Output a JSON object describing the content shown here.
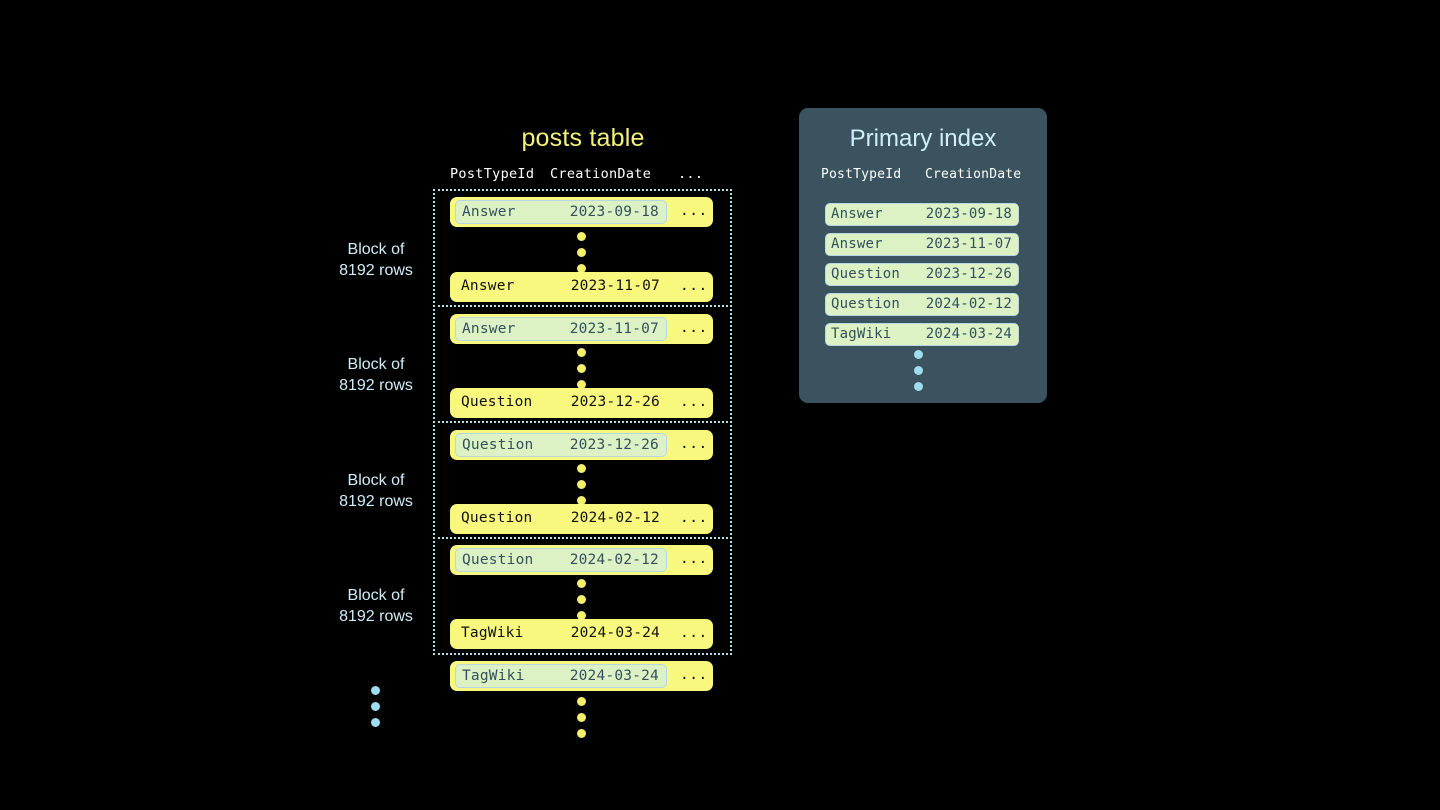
{
  "posts_table": {
    "title": "posts table",
    "columns": [
      "PostTypeId",
      "CreationDate",
      "..."
    ],
    "more_glyph": "...",
    "blocks": [
      {
        "label": "Block of\n8192 rows",
        "first_row": {
          "type": "Answer",
          "date": "2023-09-18",
          "more": "...",
          "highlighted": true
        },
        "last_row": {
          "type": "Answer",
          "date": "2023-11-07",
          "more": "...",
          "highlighted": false
        }
      },
      {
        "label": "Block of\n8192 rows",
        "first_row": {
          "type": "Answer",
          "date": "2023-11-07",
          "more": "...",
          "highlighted": true
        },
        "last_row": {
          "type": "Question",
          "date": "2023-12-26",
          "more": "...",
          "highlighted": false
        }
      },
      {
        "label": "Block of\n8192 rows",
        "first_row": {
          "type": "Question",
          "date": "2023-12-26",
          "more": "...",
          "highlighted": true
        },
        "last_row": {
          "type": "Question",
          "date": "2024-02-12",
          "more": "...",
          "highlighted": false
        }
      },
      {
        "label": "Block of\n8192 rows",
        "first_row": {
          "type": "Question",
          "date": "2024-02-12",
          "more": "...",
          "highlighted": true
        },
        "last_row": {
          "type": "TagWiki",
          "date": "2024-03-24",
          "more": "...",
          "highlighted": false
        }
      }
    ],
    "trailing_row": {
      "type": "TagWiki",
      "date": "2024-03-24",
      "more": "...",
      "highlighted": true
    }
  },
  "primary_index": {
    "title": "Primary index",
    "columns": [
      "PostTypeId",
      "CreationDate"
    ],
    "rows": [
      {
        "type": "Answer",
        "date": "2023-09-18"
      },
      {
        "type": "Answer",
        "date": "2023-11-07"
      },
      {
        "type": "Question",
        "date": "2023-12-26"
      },
      {
        "type": "Question",
        "date": "2024-02-12"
      },
      {
        "type": "TagWiki",
        "date": "2024-03-24"
      }
    ]
  },
  "colors": {
    "background": "#000000",
    "row_yellow": "#f8f87e",
    "highlight_green": "#dcf2c4",
    "highlight_border": "#b9d7e2",
    "panel_slate": "#3b535f",
    "accent_blue": "#cfeef8",
    "title_yellow": "#f2f27a",
    "dot_yellow": "#f5f06c",
    "dot_blue": "#9fdcf2"
  }
}
